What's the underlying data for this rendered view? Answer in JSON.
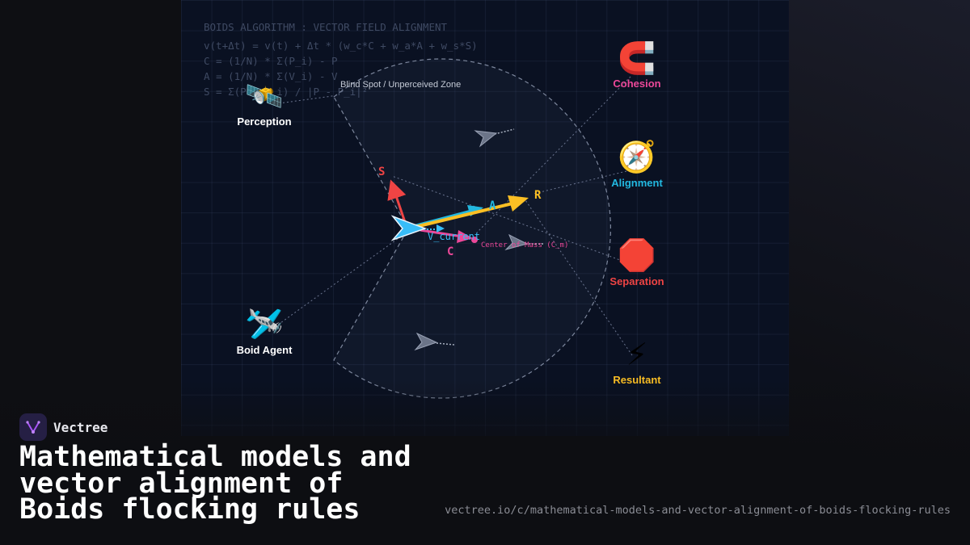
{
  "formulas": {
    "title": "BOIDS ALGORITHM : VECTOR FIELD ALIGNMENT",
    "line1": "v(t+Δt) = v(t) + Δt * (w_c*C + w_a*A + w_s*S)",
    "line2": "C = (1/N) * Σ(P_i) - P",
    "line3": "A = (1/N) * Σ(V_i) - V",
    "line4": "S = Σ(P - P_i) / |P - P_i|²"
  },
  "diagram": {
    "blind_spot_label": "Blind Spot / Unperceived Zone",
    "vector_labels": {
      "s": "S",
      "a": "A",
      "r": "R",
      "c": "C",
      "v_current": "V_current",
      "center_of_mass": "Center of Mass (C_m)"
    },
    "legend": [
      {
        "icon": "🛰️",
        "icon_name": "satellite-antenna-icon",
        "label": "Perception",
        "color": "#ffffff"
      },
      {
        "icon": "🛩️",
        "icon_name": "airplane-icon",
        "label": "Boid Agent",
        "color": "#ffffff"
      },
      {
        "icon": "🧲",
        "icon_name": "magnet-icon",
        "label": "Cohesion",
        "color": "#ec4899"
      },
      {
        "icon": "🧭",
        "icon_name": "compass-icon",
        "label": "Alignment",
        "color": "#22b8e0"
      },
      {
        "icon": "🛑",
        "icon_name": "stop-sign-icon",
        "label": "Separation",
        "color": "#ef4444"
      },
      {
        "icon": "⚡",
        "icon_name": "lightning-icon",
        "label": "Resultant",
        "color": "#fbbf24"
      }
    ]
  },
  "colors": {
    "cohesion": "#ec4899",
    "alignment": "#22b8e0",
    "separation": "#ef4444",
    "resultant": "#fbbf24",
    "boid": "#38bdf8"
  },
  "footer": {
    "brand_name": "Vectree",
    "headline_line1": "Mathematical models and",
    "headline_line2": "vector alignment of",
    "headline_line3": "Boids flocking rules",
    "url": "vectree.io/c/mathematical-models-and-vector-alignment-of-boids-flocking-rules"
  }
}
